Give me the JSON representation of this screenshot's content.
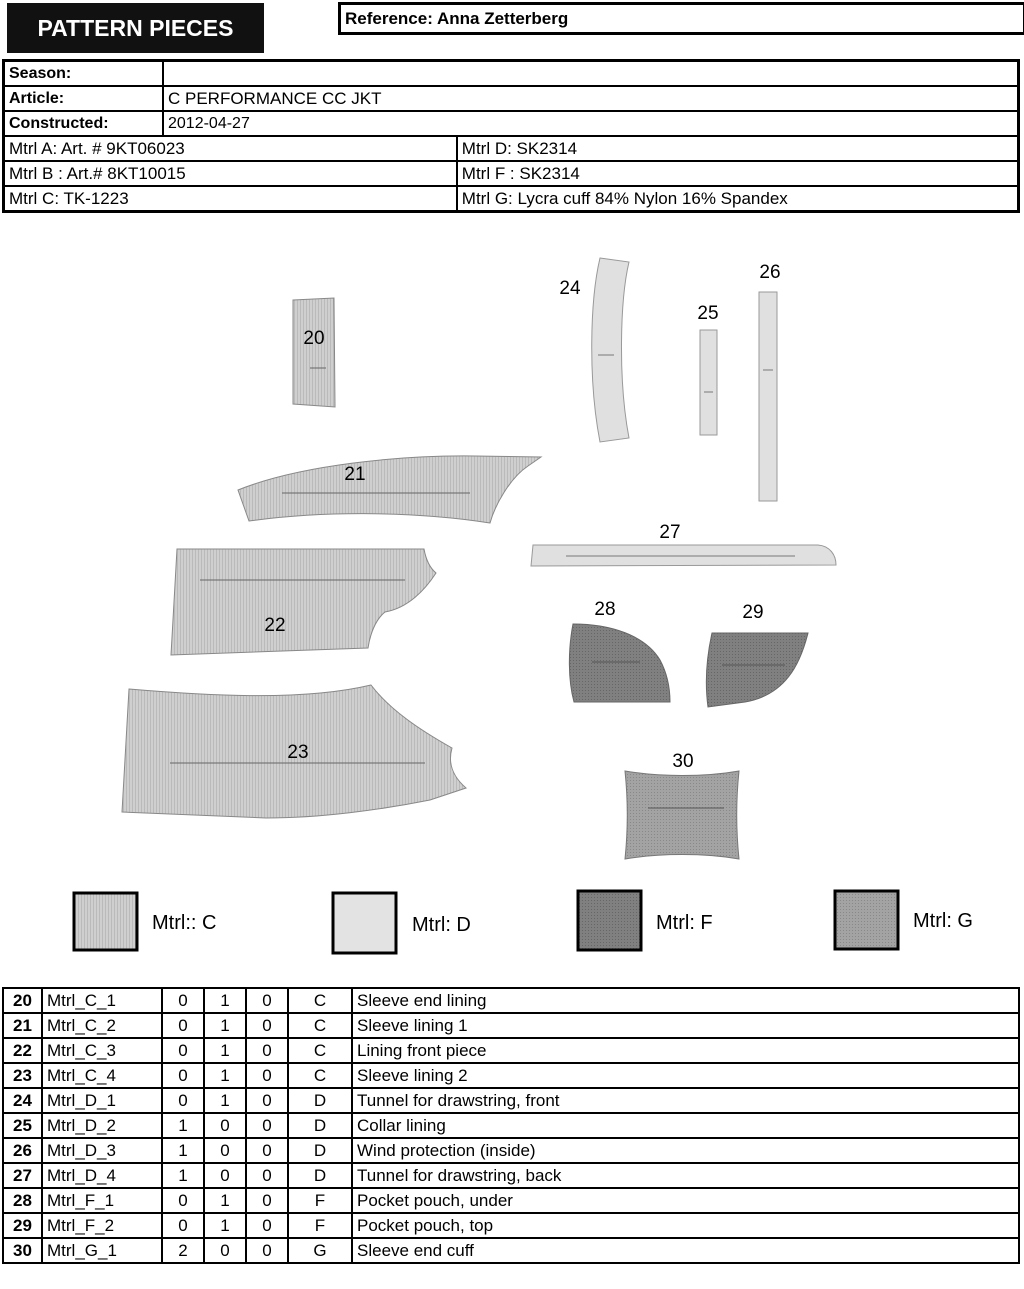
{
  "header": {
    "title": "PATTERN PIECES",
    "reference": "Reference: Anna Zetterberg"
  },
  "info": {
    "season_label": "Season:",
    "season_value": "",
    "article_label": "Article:",
    "article_value": "C PERFORMANCE CC JKT",
    "constructed_label": "Constructed:",
    "constructed_value": "2012-04-27"
  },
  "materials": [
    [
      "Mtrl A: Art. # 9KT06023",
      "Mtrl D: SK2314"
    ],
    [
      "Mtrl B : Art.# 8KT10015",
      "Mtrl F : SK2314"
    ],
    [
      "Mtrl C: TK-1223",
      "Mtrl G: Lycra cuff 84% Nylon 16% Spandex"
    ]
  ],
  "piece_labels": {
    "p20": "20",
    "p21": "21",
    "p22": "22",
    "p23": "23",
    "p24": "24",
    "p25": "25",
    "p26": "26",
    "p27": "27",
    "p28": "28",
    "p29": "29",
    "p30": "30"
  },
  "legend": {
    "c": "Mtrl:: C",
    "d": "Mtrl: D",
    "f": "Mtrl: F",
    "g": "Mtrl: G"
  },
  "colors": {
    "mtrl_c": "#c8c8c8",
    "mtrl_d": "#e3e3e3",
    "mtrl_f": "#7d7d7d",
    "mtrl_g": "#9c9c9c"
  },
  "parts": [
    {
      "num": "20",
      "code": "Mtrl_C_1",
      "a": "0",
      "b": "1",
      "c": "0",
      "mat": "C",
      "desc": "Sleeve end lining"
    },
    {
      "num": "21",
      "code": "Mtrl_C_2",
      "a": "0",
      "b": "1",
      "c": "0",
      "mat": "C",
      "desc": "Sleeve lining 1"
    },
    {
      "num": "22",
      "code": "Mtrl_C_3",
      "a": "0",
      "b": "1",
      "c": "0",
      "mat": "C",
      "desc": "Lining front piece"
    },
    {
      "num": "23",
      "code": "Mtrl_C_4",
      "a": "0",
      "b": "1",
      "c": "0",
      "mat": "C",
      "desc": "Sleeve lining 2"
    },
    {
      "num": "24",
      "code": "Mtrl_D_1",
      "a": "0",
      "b": "1",
      "c": "0",
      "mat": "D",
      "desc": "Tunnel for drawstring, front"
    },
    {
      "num": "25",
      "code": "Mtrl_D_2",
      "a": "1",
      "b": "0",
      "c": "0",
      "mat": "D",
      "desc": "Collar lining"
    },
    {
      "num": "26",
      "code": "Mtrl_D_3",
      "a": "1",
      "b": "0",
      "c": "0",
      "mat": "D",
      "desc": "Wind protection (inside)"
    },
    {
      "num": "27",
      "code": "Mtrl_D_4",
      "a": "1",
      "b": "0",
      "c": "0",
      "mat": "D",
      "desc": "Tunnel for drawstring, back"
    },
    {
      "num": "28",
      "code": "Mtrl_F_1",
      "a": "0",
      "b": "1",
      "c": "0",
      "mat": "F",
      "desc": "Pocket pouch, under"
    },
    {
      "num": "29",
      "code": "Mtrl_F_2",
      "a": "0",
      "b": "1",
      "c": "0",
      "mat": "F",
      "desc": "Pocket pouch, top"
    },
    {
      "num": "30",
      "code": "Mtrl_G_1",
      "a": "2",
      "b": "0",
      "c": "0",
      "mat": "G",
      "desc": "Sleeve end cuff"
    }
  ]
}
